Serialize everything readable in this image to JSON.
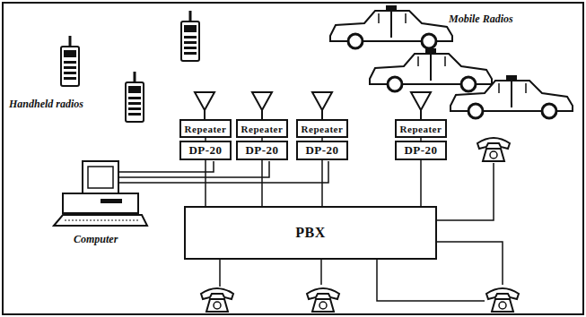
{
  "diagram": {
    "nodes": [
      {
        "text": [
          "Repeater"
        ]
      },
      {
        "text": [
          "DP-20"
        ]
      },
      {
        "text": [
          "Repeater"
        ]
      },
      {
        "text": [
          "DP-20"
        ]
      },
      {
        "text": [
          "Repeater"
        ]
      },
      {
        "text": [
          "DP-20"
        ]
      },
      {
        "text": [
          "Repeater"
        ]
      },
      {
        "text": [
          "DP-20"
        ]
      },
      {
        "text": [
          "PBX"
        ]
      }
    ],
    "edges": [
      {
        "from": 0,
        "to": 1,
        "arrow": "none"
      },
      {
        "from": 2,
        "to": 3,
        "arrow": "none"
      },
      {
        "from": 4,
        "to": 5,
        "arrow": "none"
      },
      {
        "from": 6,
        "to": 7,
        "arrow": "none"
      },
      {
        "from": 1,
        "to": 8,
        "arrow": "none"
      },
      {
        "from": 3,
        "to": 8,
        "arrow": "none"
      },
      {
        "from": 5,
        "to": 8,
        "arrow": "none"
      },
      {
        "from": 7,
        "to": 8,
        "arrow": "none"
      }
    ],
    "labels": [
      "Handheld radios",
      "Mobile Radios",
      "Computer"
    ]
  }
}
